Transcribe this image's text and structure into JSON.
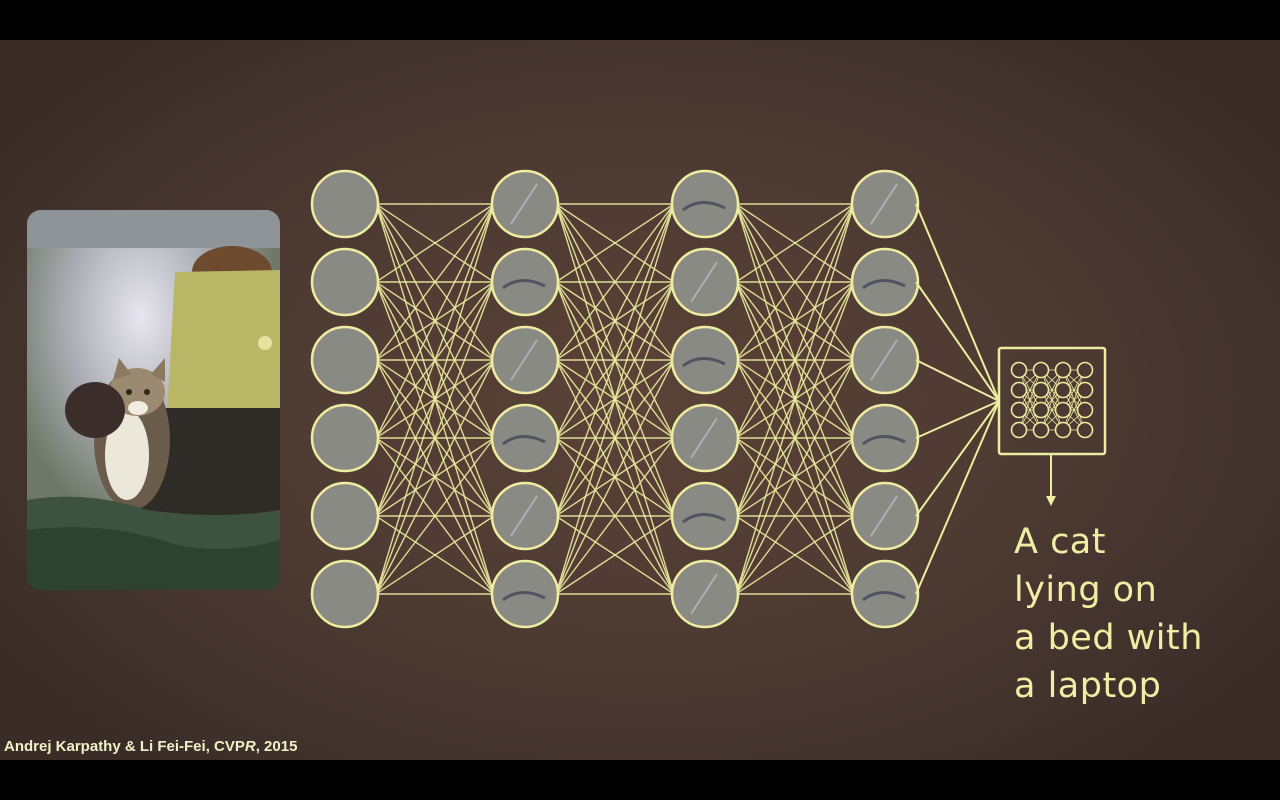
{
  "caption": {
    "lines": [
      "A cat",
      "lying on",
      "a bed with",
      "a laptop"
    ]
  },
  "citation": {
    "authors": "Andrej Karpathy & Li Fei-Fei, CVP",
    "italic": "R",
    "tail": ", 2015"
  },
  "network": {
    "layers": 4,
    "nodes_per_layer": 6,
    "line_color": "#eeeca0",
    "node_fill": "#8a8a84"
  },
  "colors": {
    "background": "#4c3a32",
    "text": "#f0eda4",
    "accent": "#eeeca0"
  },
  "photo": {
    "subject": "cat-on-bed-with-laptop"
  }
}
